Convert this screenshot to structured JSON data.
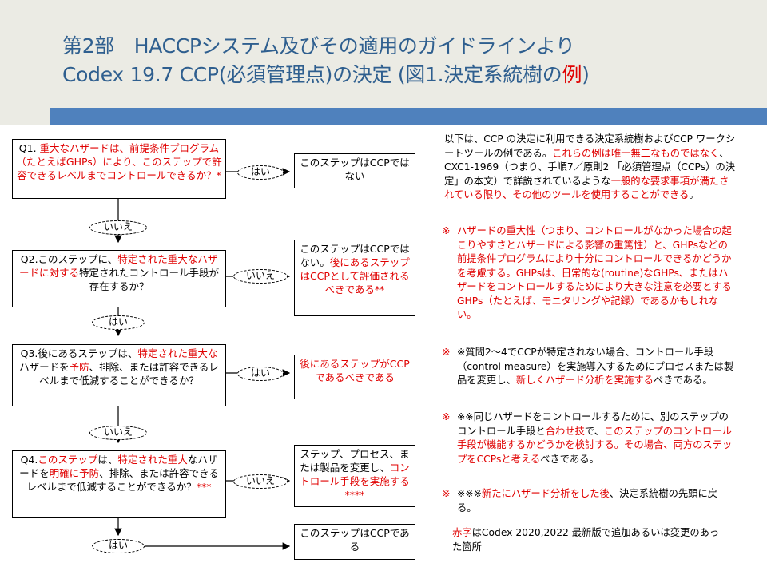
{
  "title": {
    "line1": "第2部　HACCPシステム及びその適用のガイドラインより",
    "line2_prefix": "Codex 19.7 CCP(必須管理点)の決定 (図1.決定系統樹の",
    "line2_red": "例",
    "line2_suffix": ")"
  },
  "questions": {
    "q1": {
      "prefix": "Q1. ",
      "red1": "重大なハザードは、前提条件プログラム（たとえばGHPs）により、このステップで許容できるレベルまでコントロールできるか？*",
      "black1": ""
    },
    "q2": {
      "prefix": "Q2.このステップに、",
      "red1": "特定された重大なハザードに対する",
      "black1": "特定されたコントロール手段が存在するか？"
    },
    "q3": {
      "prefix": "Q3.後にあるステップは、",
      "red1": "特定された重大な",
      "black1": "ハザードを",
      "red2": "予防",
      "black2": "、排除、または許容できるレベルまで低減することができるか？"
    },
    "q4": {
      "prefix": "Q4.",
      "red1": "このステップ",
      "black1": "は、",
      "red2": "特定された重大",
      "black2": "なハザードを",
      "red3": "明確に予防",
      "black3": "、排除、または許容できるレベルまで低減することができるか？",
      "red4": "***"
    }
  },
  "results": {
    "r1": "このステップはCCPではない",
    "r2_black": "このステップはCCPではない。",
    "r2_red": "後にあるステップはCCPとして評価されるべきである**",
    "r3_red": "後にあるステップがCCPであるべきである",
    "r4_black": "ステップ、プロセス、または製品を変更し、",
    "r4_red": "コントロール手段を実施する****",
    "r5": "このステップはCCPである"
  },
  "labels": {
    "yes": "はい",
    "no": "いいえ"
  },
  "notes": {
    "intro_black1": "以下は、CCP の決定に利用できる決定系統樹およびCCP ワークシートツールの例である。",
    "intro_red1": "これらの例は唯一無二なものではなく",
    "intro_black2": "、CXC1-1969（つまり、手順7／原則2 「必須管理点（CCPs）の決定」の本文）で詳説されているような",
    "intro_red2": "一般的な要求事項が満たされている限り、その他のツールを使用することができる",
    "intro_black3": "。",
    "mark": "※",
    "n1_red": "ハザードの重大性（つまり、コントロールがなかった場合の起こりやすさとハザードによる影響の重篤性）と、GHPsなどの前提条件プログラムにより十分にコントロールできるかどうかを考慮する。GHPsは、日常的な(routine)なGHPs、またはハザードをコントロールするためにより大きな注意を必要とするGHPs（たとえば、モニタリングや記録）であるかもしれない。",
    "n2_black1": "※質問2～4でCCPが特定されない場合、コントロール手段（control measure）を実施導入するためにプロセスまたは製品を変更し、",
    "n2_red": "新しくハザード分析を実施する",
    "n2_black2": "べきである。",
    "n3_black1": "※※同じハザードをコントロールするために、別のステップのコントロール手段と",
    "n3_red1": "合わせ技",
    "n3_black2": "で、",
    "n3_red2": "このステップのコントロール手段が機能するかどうかを検討する。その場合、両方のステップをCCPsと考える",
    "n3_black3": "べきである。",
    "n4_black1": "※※※",
    "n4_red": "新たにハザード分析をした後",
    "n4_black2": "、決定系統樹の先頭に戻る。",
    "footer_red": "赤字",
    "footer_black": "はCodex 2020,2022 最新版で追加あるいは変更のあった箇所"
  },
  "colors": {
    "title_text": "#2f5f8f",
    "accent_bar": "#4f81bd",
    "title_bg": "#ebebe4",
    "highlight_red": "#e00000"
  }
}
